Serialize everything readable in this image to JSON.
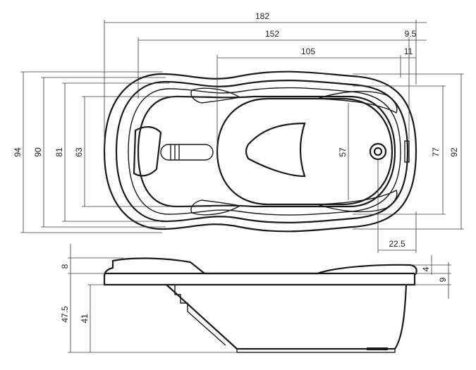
{
  "plan_view": {
    "dimensions": {
      "length_overall": "182",
      "length_inner": "152",
      "length_bottom": "105",
      "offset_rim": "9.5",
      "offset_drain": "11",
      "drain_position": "22.5",
      "width_overall": "94",
      "width_outer_rim": "90",
      "width_inner_rim": "81",
      "width_basin": "63",
      "width_bottom": "57",
      "width_head_end": "77",
      "width_foot_end": "92"
    }
  },
  "side_view": {
    "dimensions": {
      "headrest_height": "8",
      "rim_step": "4",
      "rim_thickness": "9",
      "total_depth": "47.5",
      "basin_depth": "41"
    }
  },
  "colors": {
    "line": "#1a1a1a",
    "background": "#ffffff"
  }
}
